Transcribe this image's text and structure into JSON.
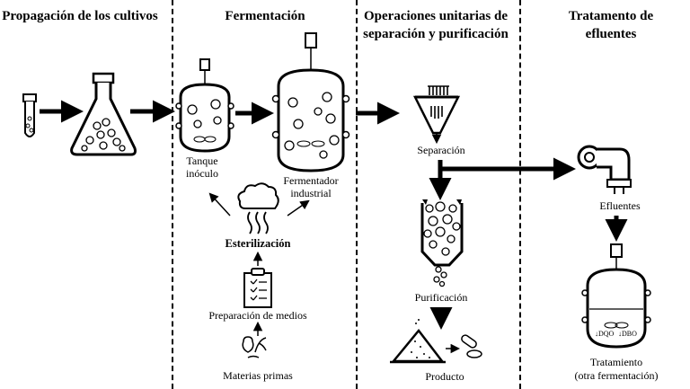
{
  "columns": {
    "propagation": "Propagación de los cultivos",
    "fermentation": "Fermentación",
    "separation_ops": "Operaciones unitarias de separación y purificación",
    "effluent_treatment": "Tratamento de efluentes"
  },
  "labels": {
    "inoculum_tank": "Tanque inóculo",
    "industrial_fermenter": "Fermentador industrial",
    "sterilization": "Esterilización",
    "media_preparation": "Preparación de medios",
    "raw_materials": "Materias primas",
    "separation": "Separación",
    "purification": "Purificación",
    "product": "Producto",
    "effluents": "Efluentes",
    "treatment": "Tratamiento",
    "treatment_note": "(otra fermentación)",
    "dqo": "↓DQO",
    "dbo": "↓DBO"
  }
}
